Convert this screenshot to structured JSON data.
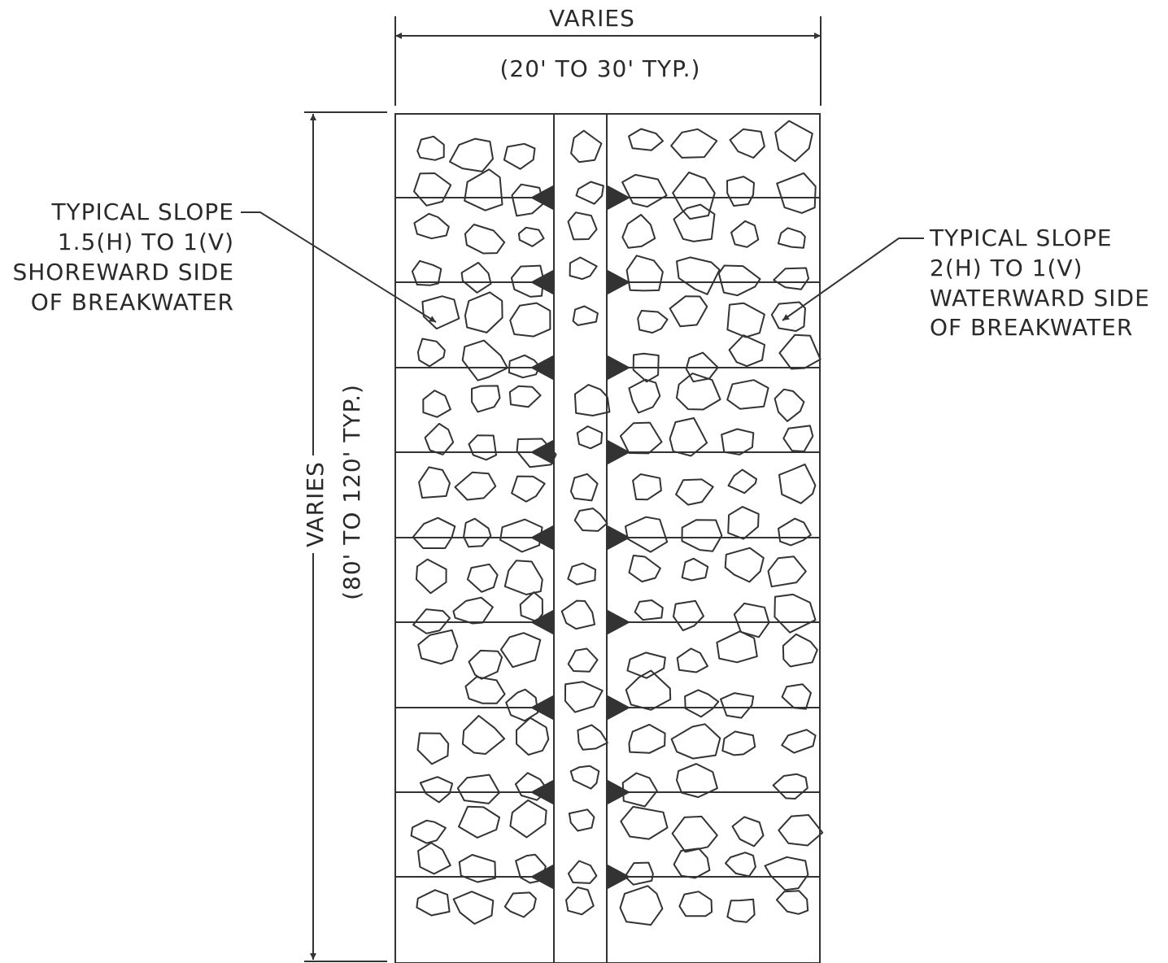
{
  "dimensions": {
    "width_label": "VARIES",
    "width_range": "(20' TO 30' TYP.)",
    "length_label": "VARIES",
    "length_range": "(80' TO 120' TYP.)"
  },
  "annotations": {
    "shoreward": {
      "line1": "TYPICAL SLOPE",
      "line2": "1.5(H) TO 1(V)",
      "line3": "SHOREWARD SIDE",
      "line4": "OF BREAKWATER"
    },
    "waterward": {
      "line1": "TYPICAL SLOPE",
      "line2": "2(H) TO 1(V)",
      "line3": "WATERWARD SIDE",
      "line4": "OF BREAKWATER"
    }
  },
  "colors": {
    "ink": "#333333",
    "background": "#ffffff"
  }
}
